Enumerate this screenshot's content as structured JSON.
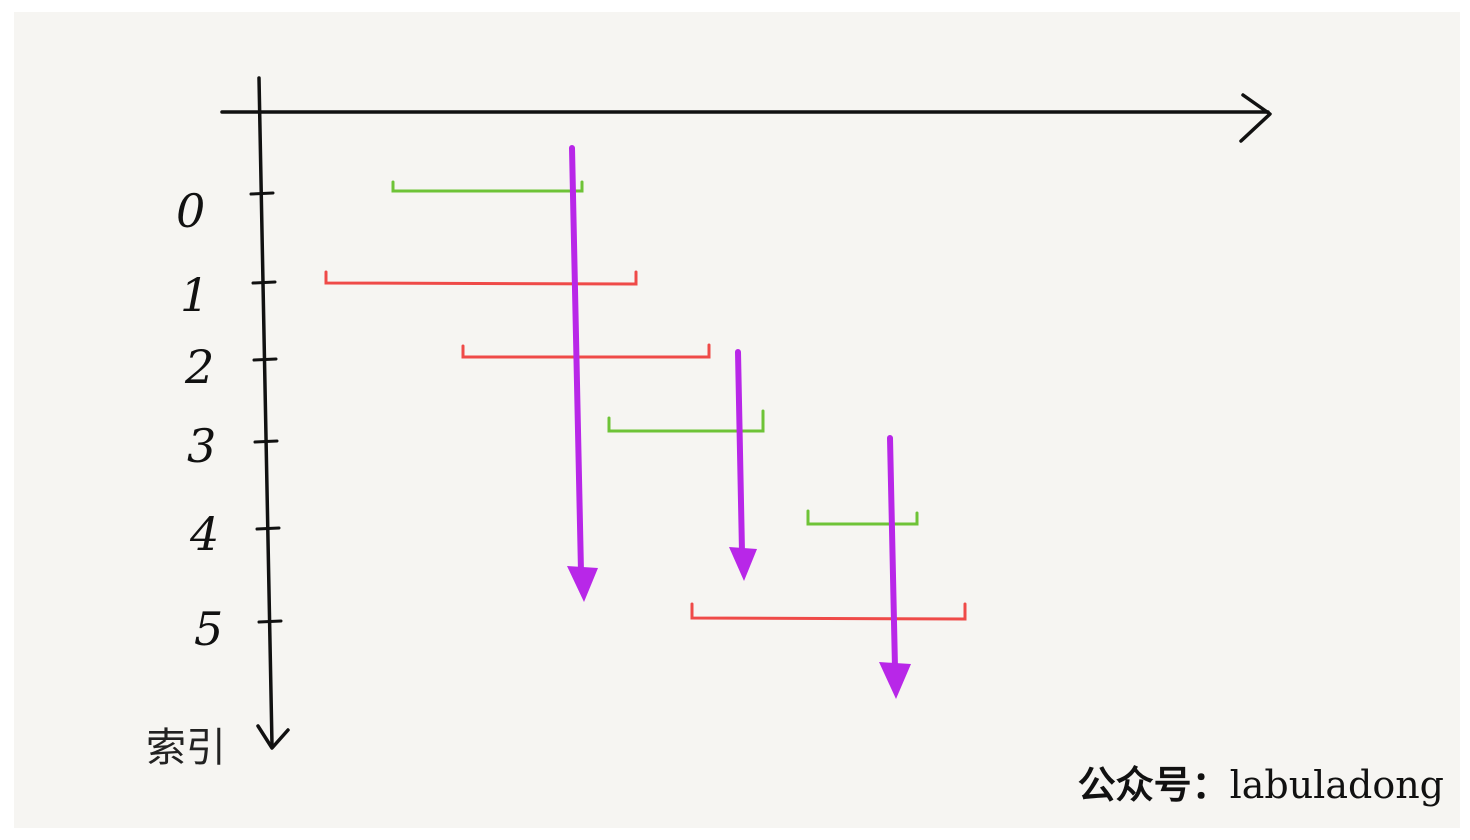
{
  "colors": {
    "axis": "#111111",
    "green_interval": "#6ec337",
    "red_interval": "#ef4a48",
    "arrow": "#b827e8",
    "paper": "#f6f5f2"
  },
  "index_labels": [
    "0",
    "1",
    "2",
    "3",
    "4",
    "5"
  ],
  "y_axis_caption": "索引",
  "watermark": {
    "prefix": "公众号：",
    "name": "labuladong"
  },
  "intervals": [
    {
      "index": 0,
      "color": "green"
    },
    {
      "index": 1,
      "color": "red"
    },
    {
      "index": 2,
      "color": "red"
    },
    {
      "index": 3,
      "color": "green"
    },
    {
      "index": 4,
      "color": "green"
    },
    {
      "index": 5,
      "color": "red"
    }
  ],
  "arrows": [
    {
      "from_index": 0,
      "to_index": 5
    },
    {
      "from_index": 2,
      "to_index": 4
    },
    {
      "from_index": 3,
      "to_index": 5
    }
  ]
}
